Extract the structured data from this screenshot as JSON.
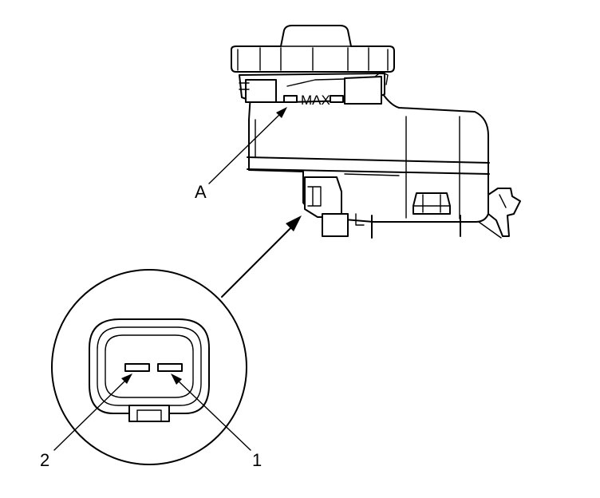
{
  "diagram": {
    "reservoir_mark": "MAX",
    "callouts": {
      "level_mark": "A",
      "terminal_2": "2",
      "terminal_1": "1"
    }
  }
}
